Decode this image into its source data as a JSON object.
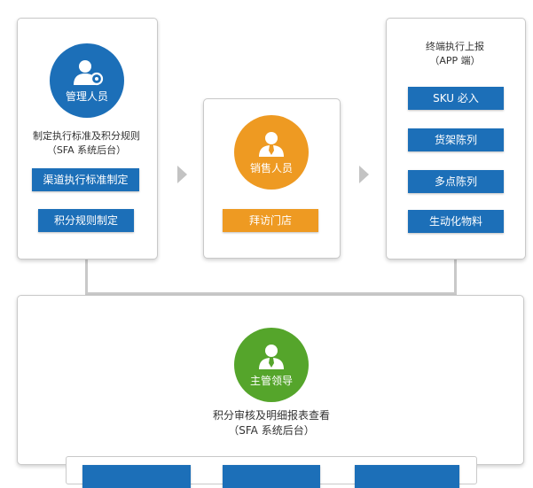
{
  "admin": {
    "role": "管理人员",
    "description_line1": "制定执行标准及积分规则",
    "description_line2": "（SFA 系统后台）",
    "buttons": [
      "渠道执行标准制定",
      "积分规则制定"
    ]
  },
  "sales": {
    "role": "销售人员",
    "buttons": [
      "拜访门店"
    ]
  },
  "terminal": {
    "title_line1": "终端执行上报",
    "title_line2": "（APP 端）",
    "buttons": [
      "SKU 必入",
      "货架陈列",
      "多点陈列",
      "生动化物料"
    ]
  },
  "supervisor": {
    "role": "主管领导",
    "description_line1": "积分审核及明细报表查看",
    "description_line2": "（SFA 系统后台）"
  },
  "colors": {
    "admin_circle": "#1c6fb8",
    "sales_circle": "#ee9a22",
    "supervisor_circle": "#55a52b",
    "button_blue": "#1c6fb8",
    "button_orange": "#ee9a22"
  }
}
